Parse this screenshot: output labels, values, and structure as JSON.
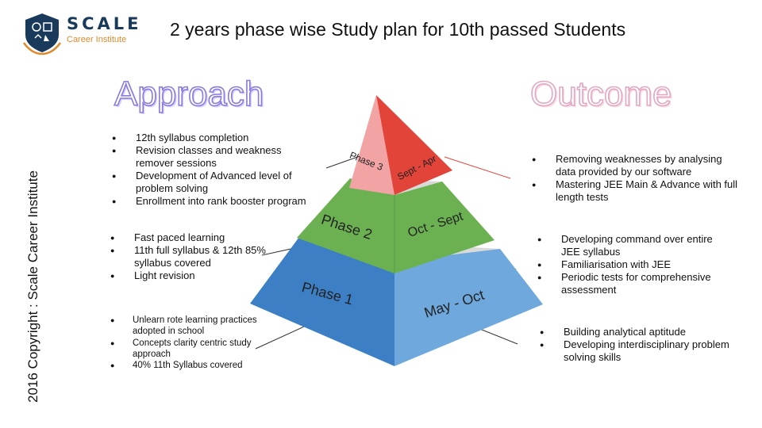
{
  "logo": {
    "brand": "SCALE",
    "subtitle": "Career Institute",
    "icon": "logo-emblem-icon"
  },
  "title": "2 years phase wise Study plan for 10th passed Students",
  "copyright": "2016 Copyright : Scale Career Institute",
  "headings": {
    "approach": "Approach",
    "outcome": "Outcome"
  },
  "phases": [
    {
      "label": "Phase 3",
      "period": "Sept - Apr",
      "color_left": "#f2a3a3",
      "color_right": "#e2443a"
    },
    {
      "label": "Phase 2",
      "period": "Oct - Sept",
      "color_left": "#6bb152",
      "color_right": "#6bb152"
    },
    {
      "label": "Phase 1",
      "period": "May - Oct",
      "color_left": "#3c7fc4",
      "color_right": "#6fa8dc"
    }
  ],
  "approach": {
    "phase3": [
      "12th syllabus completion",
      "Revision classes and weakness remover sessions",
      "Development of Advanced level of problem solving",
      "Enrollment into rank booster program"
    ],
    "phase2": [
      "Fast paced learning",
      "11th full syllabus & 12th 85% syllabus covered",
      "Light revision"
    ],
    "phase1": [
      "Unlearn rote learning practices adopted in school",
      "Concepts clarity centric study approach",
      "40% 11th Syllabus covered"
    ]
  },
  "outcome": {
    "phase3": [
      "Removing weaknesses by analysing data provided by our software",
      "Mastering JEE Main & Advance with full length tests"
    ],
    "phase2": [
      "Developing command over entire JEE syllabus",
      "Familiarisation with JEE",
      "Periodic tests for comprehensive assessment"
    ],
    "phase1": [
      "Building analytical aptitude",
      "Developing interdisciplinary problem solving skills"
    ]
  },
  "colors": {
    "band": "#d9d9d9",
    "connector_right_p3": "#e2443a",
    "connector": "#333333",
    "approach_outline": "#8a79e0",
    "outcome_outline": "#e3a7c2"
  }
}
